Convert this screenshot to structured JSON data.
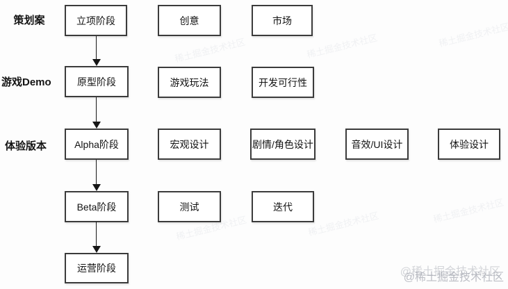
{
  "colors": {
    "canvas_bg": "#fdfdfd",
    "box_bg": "#ffffff",
    "box_border": "#3b3b3b",
    "text": "#121212",
    "arrow": "#161616",
    "watermark": "#9ea1ab"
  },
  "row_labels": [
    {
      "label": "策划案"
    },
    {
      "label": "游戏Demo"
    },
    {
      "label": "体验版本"
    }
  ],
  "stage_boxes": [
    {
      "label": "立项阶段"
    },
    {
      "label": "原型阶段"
    },
    {
      "label": "Alpha阶段"
    },
    {
      "label": "Beta阶段"
    },
    {
      "label": "运营阶段"
    }
  ],
  "aspect_boxes": [
    {
      "label": "创意"
    },
    {
      "label": "市场"
    },
    {
      "label": "游戏玩法"
    },
    {
      "label": "开发可行性"
    },
    {
      "label": "宏观设计"
    },
    {
      "label": "剧情/角色设计"
    },
    {
      "label": "音效/UI设计"
    },
    {
      "label": "体验设计"
    },
    {
      "label": "测试"
    },
    {
      "label": "迭代"
    }
  ],
  "watermark": {
    "corner": "@稀土掘金技术社区",
    "tile": "稀土掘金技术社区"
  }
}
